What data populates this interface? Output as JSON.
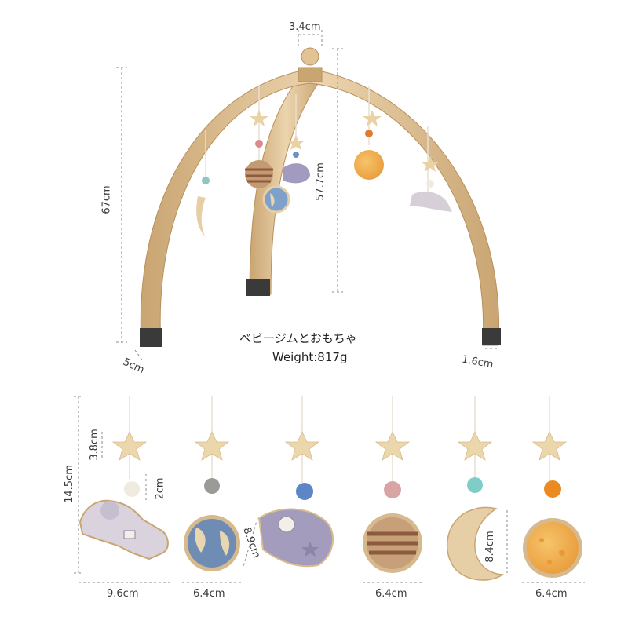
{
  "product": {
    "name": "ベビージムとおもちゃ",
    "weight": "Weight:817g"
  },
  "dimensions": {
    "top_width": "3.4cm",
    "total_height": "67cm",
    "inner_height": "57.7cm",
    "foot_depth": "5cm",
    "foot_width": "1.6cm",
    "toy_length": "14.5cm",
    "star_size": "3.8cm",
    "ball_size": "2cm",
    "astronaut_width": "9.6cm",
    "earth_width": "6.4cm",
    "rocket_length": "8.9cm",
    "jupiter_width": "6.4cm",
    "moon_height": "8.4cm",
    "mars_width": "6.4cm"
  },
  "colors": {
    "wood": "#d9b98c",
    "wood_dark": "#b88f5c",
    "cap": "#3a3a3a",
    "dim_line": "#8a8a8a"
  }
}
